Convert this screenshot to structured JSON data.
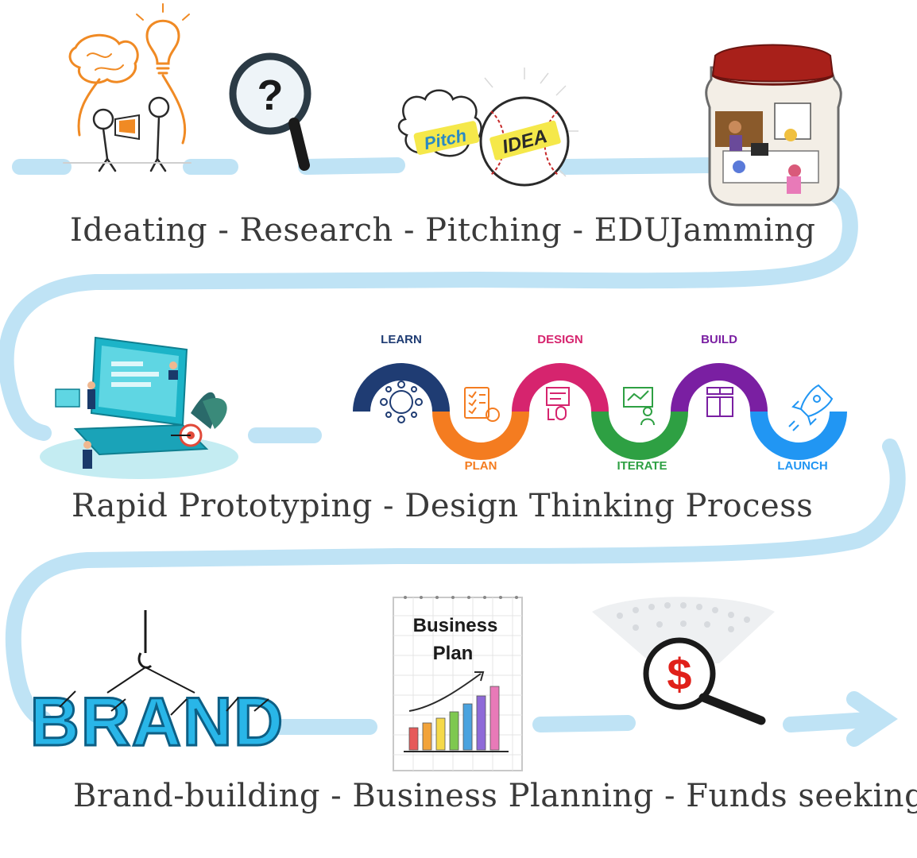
{
  "captions": {
    "row1": "Ideating - Research - Pitching - EDUJamming",
    "row2": "Rapid Prototyping - Design Thinking Process",
    "row3": "Brand-building - Business Planning - Funds seeking"
  },
  "illustrations": {
    "pitch_word": "Pitch",
    "idea_word": "IDEA",
    "question_mark": "?",
    "dollar_sign": "$",
    "business_plan_line1": "Business",
    "business_plan_line2": "Plan",
    "brand_word": "BRAND"
  },
  "process_stages": [
    {
      "label": "LEARN",
      "color": "#1f3c73",
      "icon": "network-icon"
    },
    {
      "label": "PLAN",
      "color": "#f47c20",
      "icon": "checklist-icon"
    },
    {
      "label": "DESIGN",
      "color": "#d6246e",
      "icon": "design-tools-icon"
    },
    {
      "label": "ITERATE",
      "color": "#2ea043",
      "icon": "presentation-icon"
    },
    {
      "label": "BUILD",
      "color": "#7a1fa2",
      "icon": "blocks-icon"
    },
    {
      "label": "LAUNCH",
      "color": "#2196f3",
      "icon": "rocket-icon"
    }
  ],
  "colors": {
    "path": "#bfe3f5",
    "caption_text": "#3a3a3a",
    "bar_colors": [
      "#e65a5a",
      "#f2a33a",
      "#f5d94a",
      "#7ec850",
      "#4aa3df",
      "#8e6ad8",
      "#e87ab8"
    ]
  }
}
